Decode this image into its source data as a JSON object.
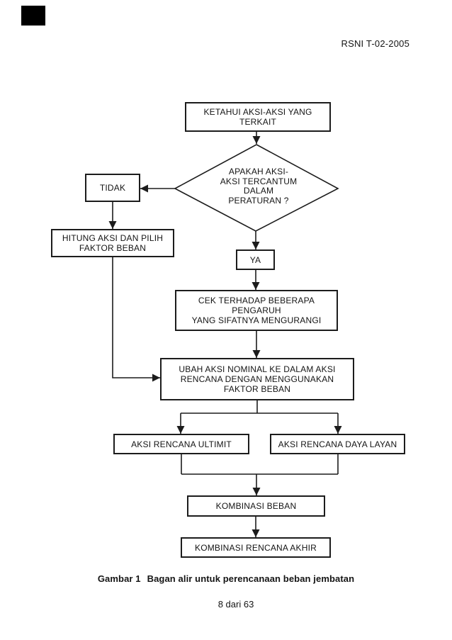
{
  "page": {
    "doc_ref": "RSNI T-02-2005",
    "caption": {
      "label": "Gambar 1",
      "text": "Bagan alir untuk perencanaan beban jembatan"
    },
    "page_number": "8 dari 63"
  },
  "flowchart": {
    "nodes": {
      "ketahui": {
        "lines": [
          "KETAHUI AKSI-AKSI YANG",
          "TERKAIT"
        ]
      },
      "apakah": {
        "lines": [
          "APAKAH AKSI-",
          "AKSI TERCANTUM",
          "DALAM",
          "PERATURAN ?"
        ]
      },
      "tidak": {
        "lines": [
          "TIDAK"
        ]
      },
      "hitung": {
        "lines": [
          "HITUNG AKSI DAN PILIH",
          "FAKTOR BEBAN"
        ]
      },
      "ya": {
        "lines": [
          "YA"
        ]
      },
      "cek": {
        "lines": [
          "CEK TERHADAP BEBERAPA",
          "PENGARUH",
          "YANG SIFATNYA MENGURANGI"
        ]
      },
      "ubah": {
        "lines": [
          "UBAH AKSI NOMINAL KE DALAM AKSI",
          "RENCANA DENGAN MENGGUNAKAN",
          "FAKTOR BEBAN"
        ]
      },
      "ultimit": {
        "lines": [
          "AKSI RENCANA ULTIMIT"
        ]
      },
      "daya_layan": {
        "lines": [
          "AKSI RENCANA DAYA LAYAN"
        ]
      },
      "kombinasi_beban": {
        "lines": [
          "KOMBINASI BEBAN"
        ]
      },
      "kombinasi_akhir": {
        "lines": [
          "KOMBINASI RENCANA AKHIR"
        ]
      }
    }
  },
  "colors": {
    "ink": "#1c1c1c",
    "background": "#ffffff"
  }
}
